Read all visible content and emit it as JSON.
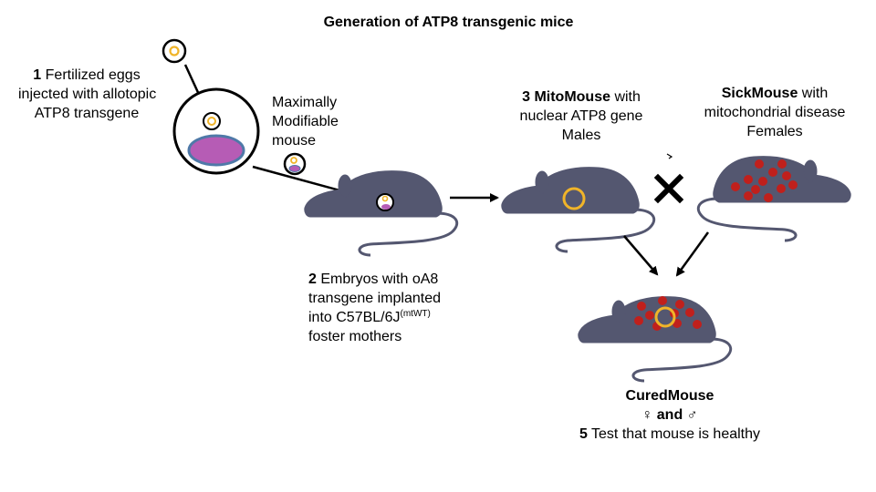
{
  "title": "Generation of ATP8 transgenic mice",
  "step1": {
    "num": "1",
    "line1": "Fertilized eggs",
    "line2": "injected with allotopic",
    "line3": "ATP8 transgene"
  },
  "maximally": {
    "line1": "Maximally",
    "line2": "Modifiable",
    "line3": "mouse"
  },
  "step2": {
    "num": "2",
    "line1": "Embryos with oA8",
    "line2": "transgene implanted",
    "line3_base": "into C57BL/6J",
    "line3_sup": "(mtWT)",
    "line4": "foster mothers"
  },
  "step3": {
    "num": "3",
    "name": "MitoMouse",
    "line1_rest": " with",
    "line2": "nuclear ATP8 gene",
    "line3": "Males"
  },
  "sick": {
    "name": "SickMouse",
    "line1_rest": " with",
    "line2": "mitochondrial disease",
    "line3": "Females"
  },
  "cured": {
    "name": "CuredMouse",
    "line2": "♀ and ♂",
    "num": "5",
    "line3": "Test that mouse is healthy"
  },
  "cross_symbol": "✖",
  "colors": {
    "mouse_body": "#545770",
    "gold_ring": "#f0b429",
    "disease_dot": "#c0201c",
    "nucleus_purple": "#b65cb5",
    "nucleus_edge": "#4f79a8"
  }
}
